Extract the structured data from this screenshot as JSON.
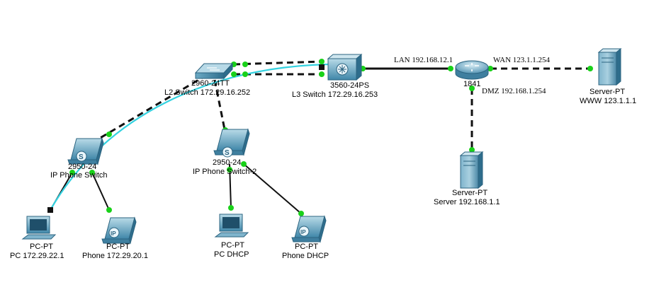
{
  "colors": {
    "link": "#111111",
    "console": "#34d2e0",
    "port_up": "#19d119",
    "port_block": "#111111"
  },
  "devices": {
    "l2_switch": {
      "model": "2960-24TT",
      "name": "L2 Switch 172.29.16.252",
      "icon": "workgroup-switch-icon"
    },
    "l3_switch": {
      "model": "3560-24PS",
      "name": "L3 Switch 172.29.16.253",
      "icon": "multilayer-switch-icon"
    },
    "router": {
      "model": "1841",
      "icon": "router-icon"
    },
    "www_server": {
      "model": "Server-PT",
      "name": "WWW 123.1.1.1",
      "icon": "server-icon"
    },
    "dmz_server": {
      "model": "Server-PT",
      "name": "Server 192.168.1.1",
      "icon": "server-icon"
    },
    "ip_phone_switch": {
      "model": "2950-24",
      "name": "IP Phone Switch",
      "icon": "ip-phone-switch-icon"
    },
    "ip_phone_switch_2": {
      "model": "2950-24",
      "name": "IP Phone Switch-2",
      "icon": "ip-phone-switch-icon"
    },
    "pc1": {
      "model": "PC-PT",
      "name": "PC 172.29.22.1",
      "icon": "pc-icon"
    },
    "phone1": {
      "model": "PC-PT",
      "name": "Phone 172.29.20.1",
      "icon": "ip-phone-icon"
    },
    "pc_dhcp": {
      "model": "PC-PT",
      "name": "PC DHCP",
      "icon": "pc-icon"
    },
    "phone_dhcp": {
      "model": "PC-PT",
      "name": "Phone DHCP",
      "icon": "ip-phone-icon"
    }
  },
  "link_labels": {
    "lan": "LAN 192.168.12.1",
    "wan": "WAN 123.1.1.254",
    "dmz": "DMZ 192.168.1.254"
  }
}
